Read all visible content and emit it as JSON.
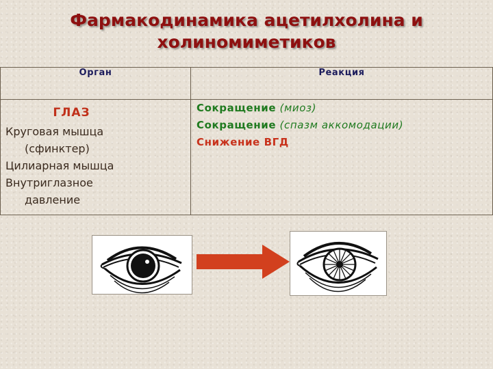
{
  "title": {
    "line1": "Фармакодинамика ацетилхолина и",
    "line2": "холиномиметиков"
  },
  "table": {
    "headers": [
      "Орган",
      "Реакция"
    ],
    "organ_heading": "ГЛАЗ",
    "organs": [
      {
        "line1": "Круговая мышца",
        "line2": "(сфинктер)"
      },
      {
        "line1": "Цилиарная мышца",
        "line2": ""
      },
      {
        "line1": "Внутриглазное",
        "line2": "давление"
      }
    ],
    "reactions": [
      {
        "main": "Сокращение",
        "detail": "(миоз)"
      },
      {
        "main": "Сокращение",
        "detail": "(спазм аккомодации)"
      },
      {
        "main": "Снижение ВГД",
        "detail": ""
      }
    ]
  },
  "colors": {
    "title": "#8e1010",
    "organ_heading": "#c0301a",
    "reaction_green": "#1f7a1f",
    "reaction_red": "#c8321c",
    "arrow": "#d2401e"
  },
  "illustration": {
    "left": "eye-normal-pupil-icon",
    "middle": "arrow-right-icon",
    "right": "eye-constricted-pupil-icon"
  }
}
